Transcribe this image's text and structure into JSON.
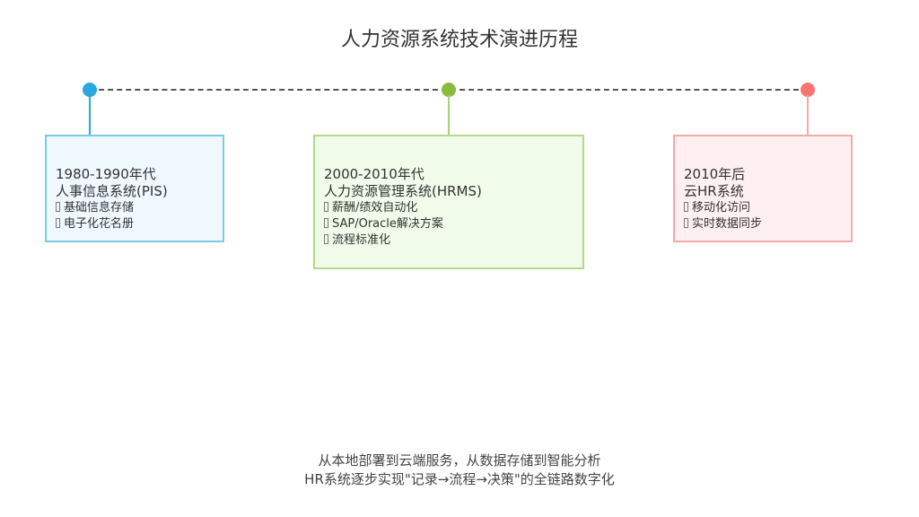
{
  "title": "人力资源系统技术演进历程",
  "colors": {
    "stage1": "#29a8df",
    "stage2": "#8cbb3c",
    "stage3": "#fa7474"
  },
  "stages": [
    {
      "era": "1980-1990年代",
      "system": "人事信息系统(PIS)",
      "features": [
        "基础信息存储",
        "电子化花名册"
      ]
    },
    {
      "era": "2000-2010年代",
      "system": "人力资源管理系统(HRMS)",
      "features": [
        "薪酬/绩效自动化",
        "SAP/Oracle解决方案",
        "流程标准化"
      ]
    },
    {
      "era": "2010年后",
      "system": "云HR系统",
      "features": [
        "移动化访问",
        "实时数据同步"
      ]
    }
  ],
  "footer": {
    "line1": "从本地部署到云端服务，从数据存储到智能分析",
    "line2": "HR系统逐步实现\"记录→流程→决策\"的全链路数字化"
  }
}
